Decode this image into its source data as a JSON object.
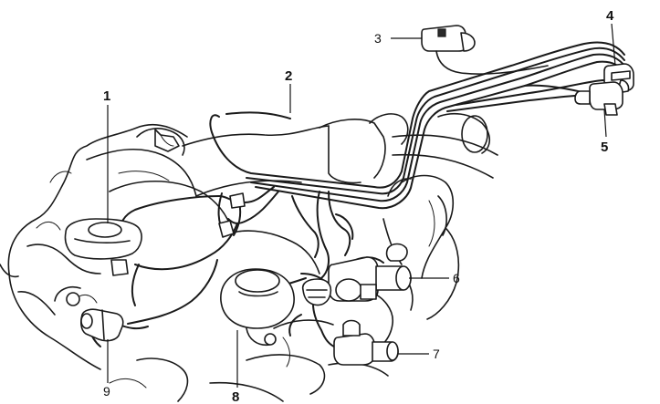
{
  "callouts": {
    "c1": "1",
    "c2": "2",
    "c3": "3",
    "c4": "4",
    "c5": "5",
    "c6": "6",
    "c7": "7",
    "c8": "8",
    "c9": "9"
  },
  "colors": {
    "ink": "#1a1a1a",
    "paper": "#ffffff"
  }
}
